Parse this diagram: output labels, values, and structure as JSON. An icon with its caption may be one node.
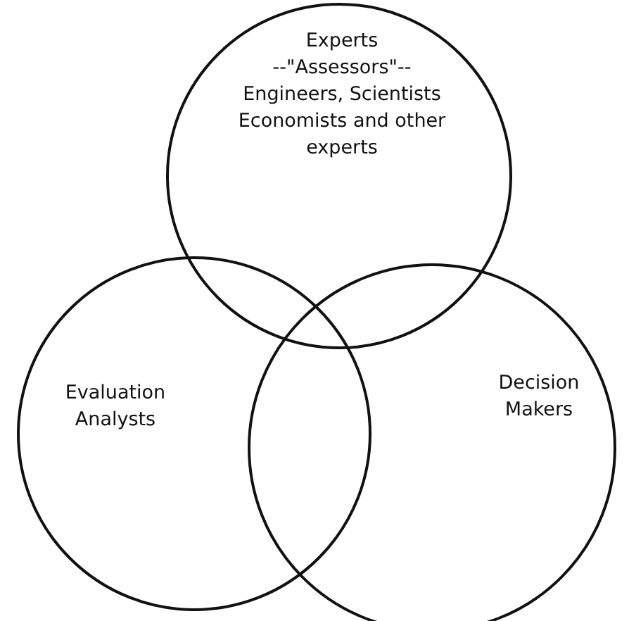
{
  "diagram": {
    "nodes": [
      {
        "text": [
          "Experts",
          "--\"Assessors\"-- Engineers, Scientists Economists and other experts"
        ]
      },
      {
        "text": [
          "Evaluation Analysts"
        ]
      },
      {
        "text": [
          "Decision Makers"
        ]
      }
    ],
    "edges": []
  }
}
